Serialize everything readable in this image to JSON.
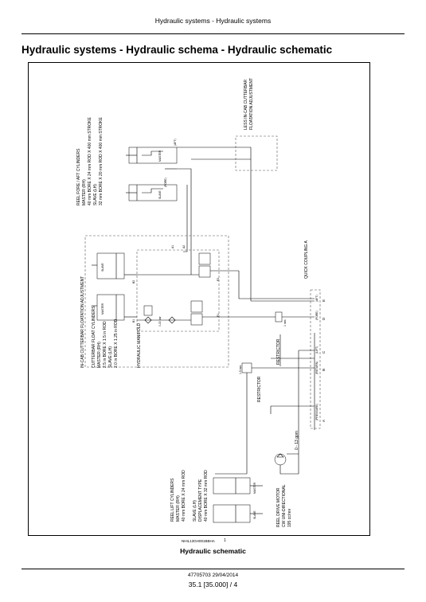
{
  "header": "Hydraulic systems - Hydraulic systems",
  "title": "Hydraulic systems - Hydraulic schema - Hydraulic schematic",
  "labels": {
    "reel_fore_aft_title": "REEL FORE / AFT CYLINDERS",
    "reel_fore_aft_master": "MASTER (RH)",
    "reel_fore_aft_master_spec": "40 mm BORE X 24 mm ROD X 400 mm STROKE",
    "reel_fore_aft_slave": "SLAVE (LH)",
    "reel_fore_aft_slave_spec": "32 mm BORE X 20 mm ROD X 400 mm STROKE",
    "less_incab_1": "LESS IN-CAB CUTTERBAR",
    "less_incab_2": "FLOATATION ADJUSTMENT",
    "aft": "(AFT)",
    "fore": "(FORE)",
    "master": "MASTER",
    "slave": "SLAVE",
    "a1": "A1",
    "a2": "A2",
    "b1": "B1",
    "b2": "B2",
    "p1": "P1",
    "p2": "P2",
    "psi": "0-30 bar",
    "quick_coupling": "QUICK COUPLING A",
    "in_cab_title": "IN-CAB CUTTERBAR FLOATATION ADJUSTMENT",
    "cutterbar_title": "CUTTERBAR FLOAT CYLINDERS",
    "cutterbar_master": "MASTER (RH)",
    "cutterbar_master_spec": "2.5 in BORE X 1.5 in ROD",
    "cutterbar_slave": "SLAVE (LH)",
    "cutterbar_slave_spec": "2.0 in BORE X 1.25 in ROD",
    "hydraulic_manifold": "HYDRAULIC MANIFOLD",
    "restrictor_1": "RESTRICTOR",
    "restrictor_2": "RESTRICTOR",
    "orifice_1": "1 mm",
    "orifice_2": "1.5 mm",
    "flow": "0 - 13 gpm",
    "reel_lift_title": "REEL LIFT CYLINDERS",
    "reel_lift_master": "MASTER (RH)",
    "reel_lift_master_spec": "40 mm BORE X 24 mm ROD",
    "reel_lift_slave": "SLAVE (LH)",
    "reel_lift_disp": "DISPLACEMENT TYPE",
    "reel_lift_slave_spec": "40 mm BORE X 32 mm ROD",
    "reel_drive_1": "REEL DRIVE MOTOR",
    "reel_drive_2": "CW UNI-DIRECTIONAL",
    "reel_drive_3": "195 cc/rev",
    "port_e": "E",
    "port_d": "D",
    "port_c": "C",
    "port_b": "B",
    "port_a": "A",
    "port_e_tag": "(AFT)",
    "port_d_tag": "(FORE)",
    "port_c_tag": "(LIFT)",
    "port_b_tag": "(RETURN)",
    "port_a_tag": "(PRESSURE)"
  },
  "figure_id": "NHIL13GH001BBHA",
  "figure_number": "1",
  "caption": "Hydraulic schematic",
  "footer_doc": "47705703 29/04/2014",
  "footer_page": "35.1 [35.000] / 4"
}
